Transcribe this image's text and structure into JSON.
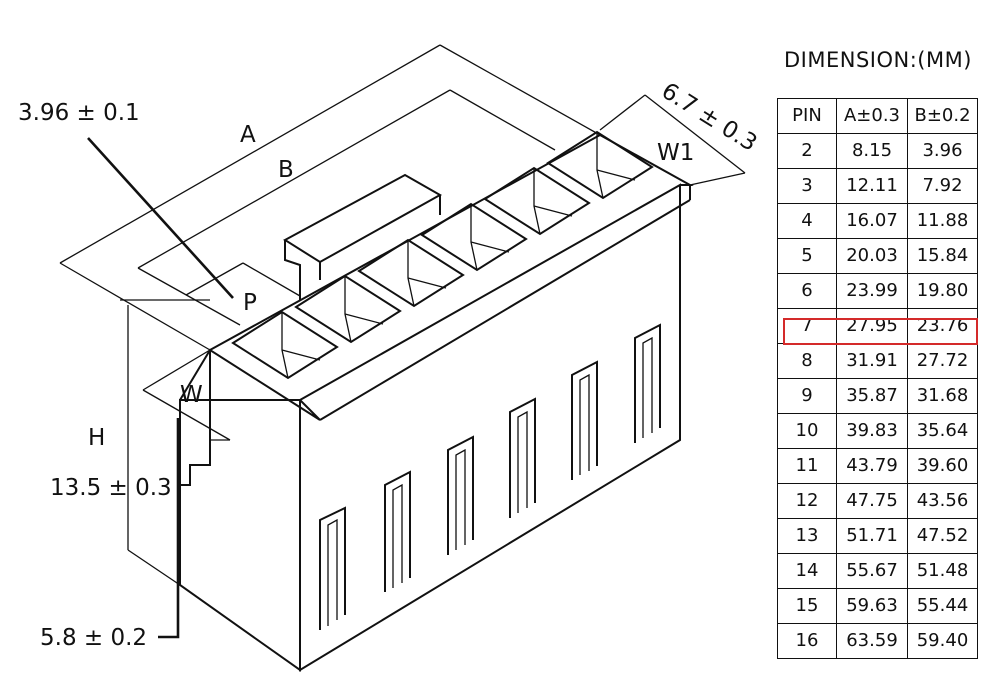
{
  "labels": {
    "pitch": "3.96 ± 0.1",
    "a": "A",
    "b": "B",
    "p": "P",
    "w1": "W1",
    "w1_dim": "6.7 ± 0.3",
    "w": "W",
    "h": "H",
    "h_dim": "13.5 ± 0.3",
    "bottom_dim": "5.8 ± 0.2"
  },
  "table": {
    "title": "DIMENSION:(MM)",
    "headers": [
      "PIN",
      "A±0.3",
      "B±0.2"
    ],
    "rows": [
      [
        "2",
        "8.15",
        "3.96"
      ],
      [
        "3",
        "12.11",
        "7.92"
      ],
      [
        "4",
        "16.07",
        "11.88"
      ],
      [
        "5",
        "20.03",
        "15.84"
      ],
      [
        "6",
        "23.99",
        "19.80"
      ],
      [
        "7",
        "27.95",
        "23.76"
      ],
      [
        "8",
        "31.91",
        "27.72"
      ],
      [
        "9",
        "35.87",
        "31.68"
      ],
      [
        "10",
        "39.83",
        "35.64"
      ],
      [
        "11",
        "43.79",
        "39.60"
      ],
      [
        "12",
        "47.75",
        "43.56"
      ],
      [
        "13",
        "51.71",
        "47.52"
      ],
      [
        "14",
        "55.67",
        "51.48"
      ],
      [
        "15",
        "59.63",
        "55.44"
      ],
      [
        "16",
        "63.59",
        "59.40"
      ]
    ],
    "highlighted_pin": "7",
    "highlight_color": "#d42a2a"
  }
}
